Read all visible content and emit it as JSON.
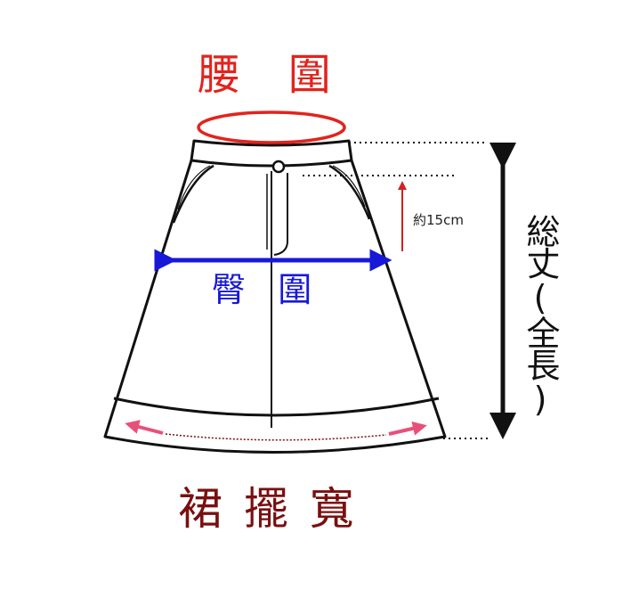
{
  "labels": {
    "waist": "腰   圍",
    "hip": "臀   圍",
    "hem_width": "裙 擺 寬",
    "rise_note": "約15cm",
    "total_length": "総丈(全長)"
  },
  "colors": {
    "waist": "#e3231d",
    "hip": "#1818d8",
    "hem": "#7a0f0f",
    "hem_arrows": "#e8507a",
    "outline": "#111111"
  }
}
